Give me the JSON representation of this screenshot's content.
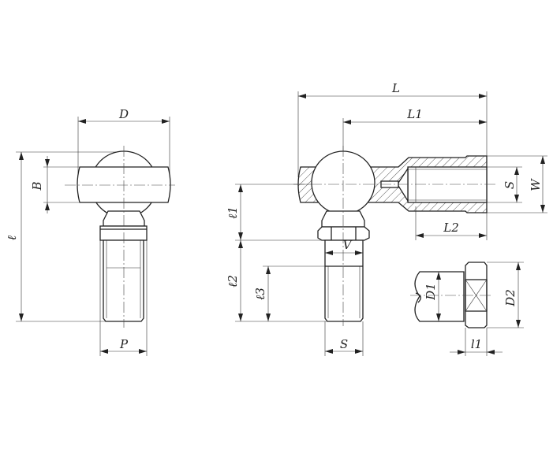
{
  "labels": {
    "D": "D",
    "B": "B",
    "l": "ℓ",
    "P": "P",
    "L": "L",
    "L1": "L1",
    "L2": "L2",
    "S_right": "S",
    "W": "W",
    "l1": "ℓ1",
    "l2": "ℓ2",
    "l3": "ℓ3",
    "V": "V",
    "S_bottom": "S",
    "D1": "D1",
    "D2": "D2",
    "l1_small": "l1"
  }
}
